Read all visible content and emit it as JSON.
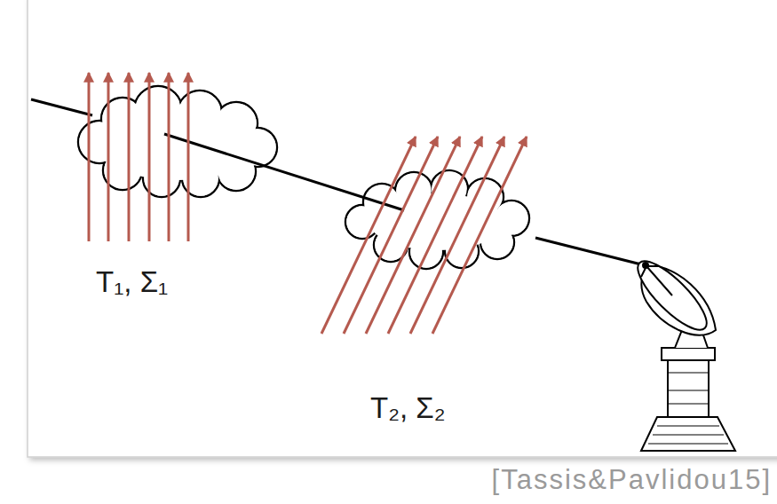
{
  "diagram": {
    "labels": [
      "T₁, Σ₁",
      "T₂, Σ₂",
      "[Tassis&Pavlidou15]"
    ]
  }
}
